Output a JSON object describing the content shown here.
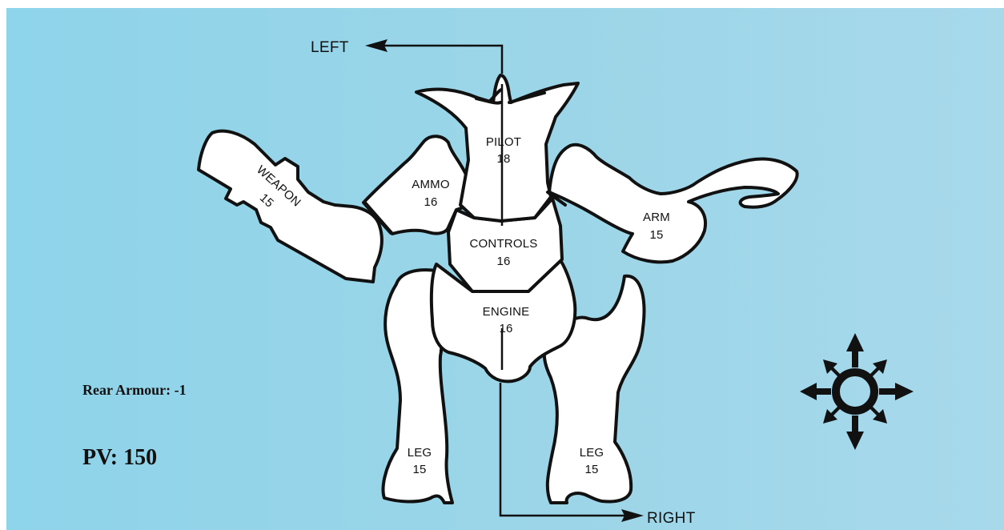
{
  "directions": {
    "left": "LEFT",
    "right": "RIGHT"
  },
  "locations": {
    "pilot": {
      "name": "PILOT",
      "armour": "18"
    },
    "ammo": {
      "name": "AMMO",
      "armour": "16"
    },
    "controls": {
      "name": "CONTROLS",
      "armour": "16"
    },
    "weapon": {
      "name": "WEAPON",
      "armour": "15"
    },
    "arm": {
      "name": "ARM",
      "armour": "15"
    },
    "engine": {
      "name": "ENGINE",
      "armour": "16"
    },
    "leg_left": {
      "name": "LEG",
      "armour": "15"
    },
    "leg_right": {
      "name": "LEG",
      "armour": "15"
    }
  },
  "stats": {
    "rear_armour": "Rear Armour: -1",
    "pv": "PV: 150"
  },
  "colors": {
    "background": "#9cd5e8",
    "part_fill": "#ffffff",
    "outline": "#111111"
  },
  "icons": {
    "emblem": "chaos-star-icon"
  }
}
